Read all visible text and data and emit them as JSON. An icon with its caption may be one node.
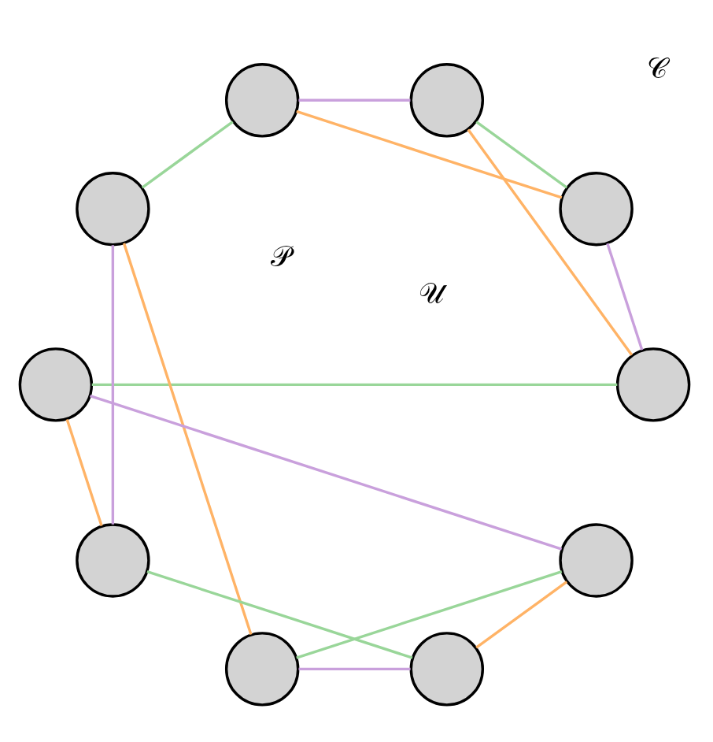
{
  "diagram": {
    "nodes": [
      {
        "text": [],
        "shape": "circle"
      },
      {
        "text": [],
        "shape": "circle"
      },
      {
        "text": [],
        "shape": "circle"
      },
      {
        "text": [],
        "shape": "circle"
      },
      {
        "text": [],
        "shape": "circle"
      },
      {
        "text": [],
        "shape": "circle"
      },
      {
        "text": [],
        "shape": "circle"
      },
      {
        "text": [],
        "shape": "circle"
      },
      {
        "text": [],
        "shape": "circle"
      },
      {
        "text": [],
        "shape": "circle"
      }
    ],
    "edges": [
      {
        "from": 1,
        "to": 0,
        "arrow": "none",
        "color": "#ffb366"
      },
      {
        "from": 3,
        "to": 4,
        "arrow": "none",
        "color": "#ffb366"
      },
      {
        "from": 5,
        "to": 6,
        "arrow": "none",
        "color": "#ffb366"
      },
      {
        "from": 7,
        "to": 9,
        "arrow": "none",
        "color": "#ffb366"
      },
      {
        "from": 2,
        "to": 8,
        "arrow": "none",
        "color": "#ffb366"
      },
      {
        "from": 3,
        "to": 2,
        "arrow": "none",
        "color": "#99d699"
      },
      {
        "from": 1,
        "to": 5,
        "arrow": "none",
        "color": "#99d699"
      },
      {
        "from": 0,
        "to": 7,
        "arrow": "none",
        "color": "#99d699"
      },
      {
        "from": 4,
        "to": 9,
        "arrow": "none",
        "color": "#99d699"
      },
      {
        "from": 6,
        "to": 8,
        "arrow": "none",
        "color": "#99d699"
      },
      {
        "from": 1,
        "to": 6,
        "arrow": "none",
        "color": "#c9a0dc"
      },
      {
        "from": 0,
        "to": 5,
        "arrow": "none",
        "color": "#c9a0dc"
      },
      {
        "from": 3,
        "to": 7,
        "arrow": "none",
        "color": "#c9a0dc"
      },
      {
        "from": 2,
        "to": 4,
        "arrow": "none",
        "color": "#c9a0dc"
      },
      {
        "from": 8,
        "to": 9,
        "arrow": "none",
        "color": "#c9a0dc"
      }
    ],
    "labels": [
      "𝒰",
      "𝒫",
      "𝒞"
    ]
  }
}
